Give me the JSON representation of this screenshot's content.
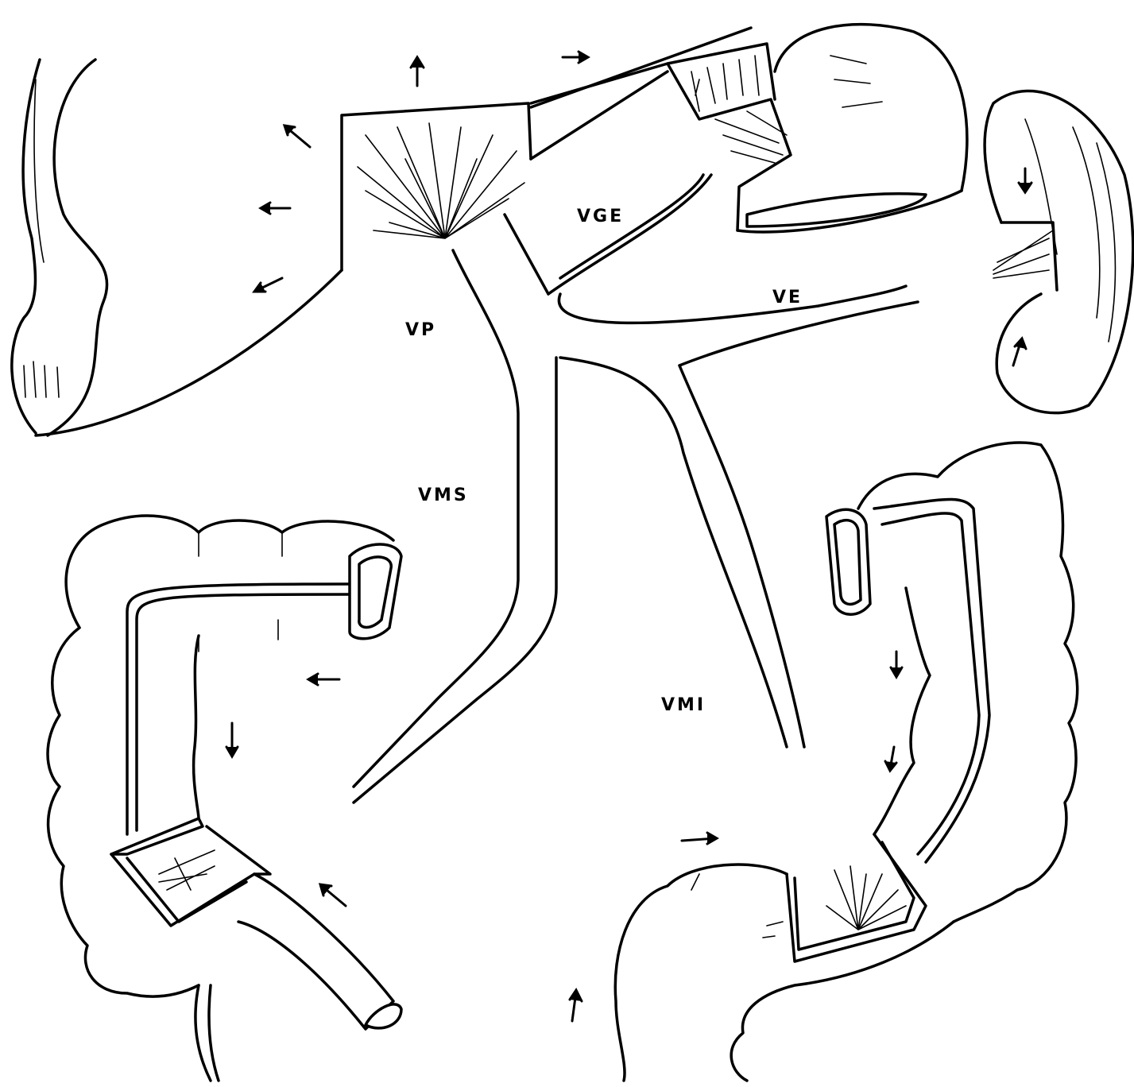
{
  "labels": {
    "vge": "VGE",
    "ve": "VE",
    "vp": "VP",
    "vms": "VMS",
    "vmi": "VMI"
  },
  "colors": {
    "ink": "#000000",
    "paper": "#ffffff"
  }
}
